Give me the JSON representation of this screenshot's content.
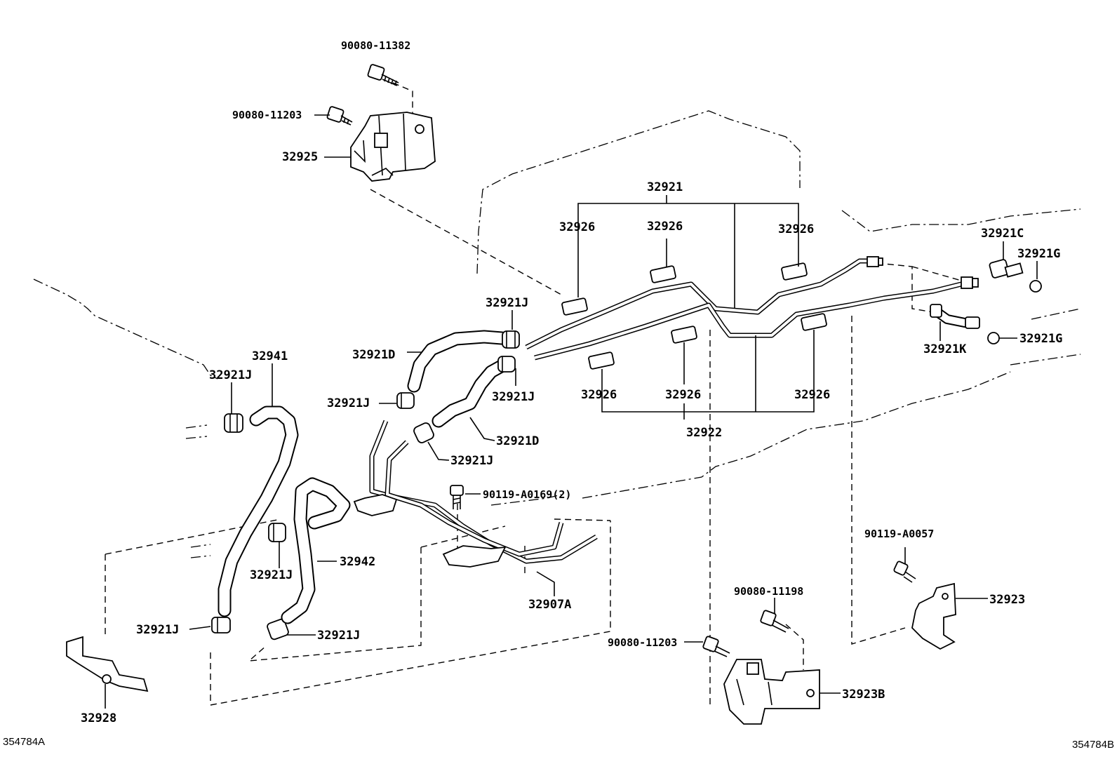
{
  "labels": {
    "p90080_11382": "90080-11382",
    "p90080_11203_top": "90080-11203",
    "p32925": "32925",
    "p32921": "32921",
    "p32926_a": "32926",
    "p32926_b": "32926",
    "p32926_c": "32926",
    "p32926_d": "32926",
    "p32926_e": "32926",
    "p32926_f": "32926",
    "p32922": "32922",
    "p32921C": "32921C",
    "p32921G_a": "32921G",
    "p32921G_b": "32921G",
    "p32921K": "32921K",
    "p32921J_1": "32921J",
    "p32921J_2": "32921J",
    "p32921J_3": "32921J",
    "p32921J_4": "32921J",
    "p32921J_5": "32921J",
    "p32921J_6": "32921J",
    "p32921J_7": "32921J",
    "p32921J_8": "32921J",
    "p32921D_a": "32921D",
    "p32921D_b": "32921D",
    "p32941": "32941",
    "p32942": "32942",
    "p90119_A0169": "90119-A0169(2)",
    "p32907A": "32907A",
    "p90119_A0057": "90119-A0057",
    "p32923": "32923",
    "p90080_11198": "90080-11198",
    "p90080_11203_bot": "90080-11203",
    "p32923B": "32923B",
    "p32928": "32928"
  },
  "figure_refs": {
    "left": "354784A",
    "right": "354784B"
  }
}
